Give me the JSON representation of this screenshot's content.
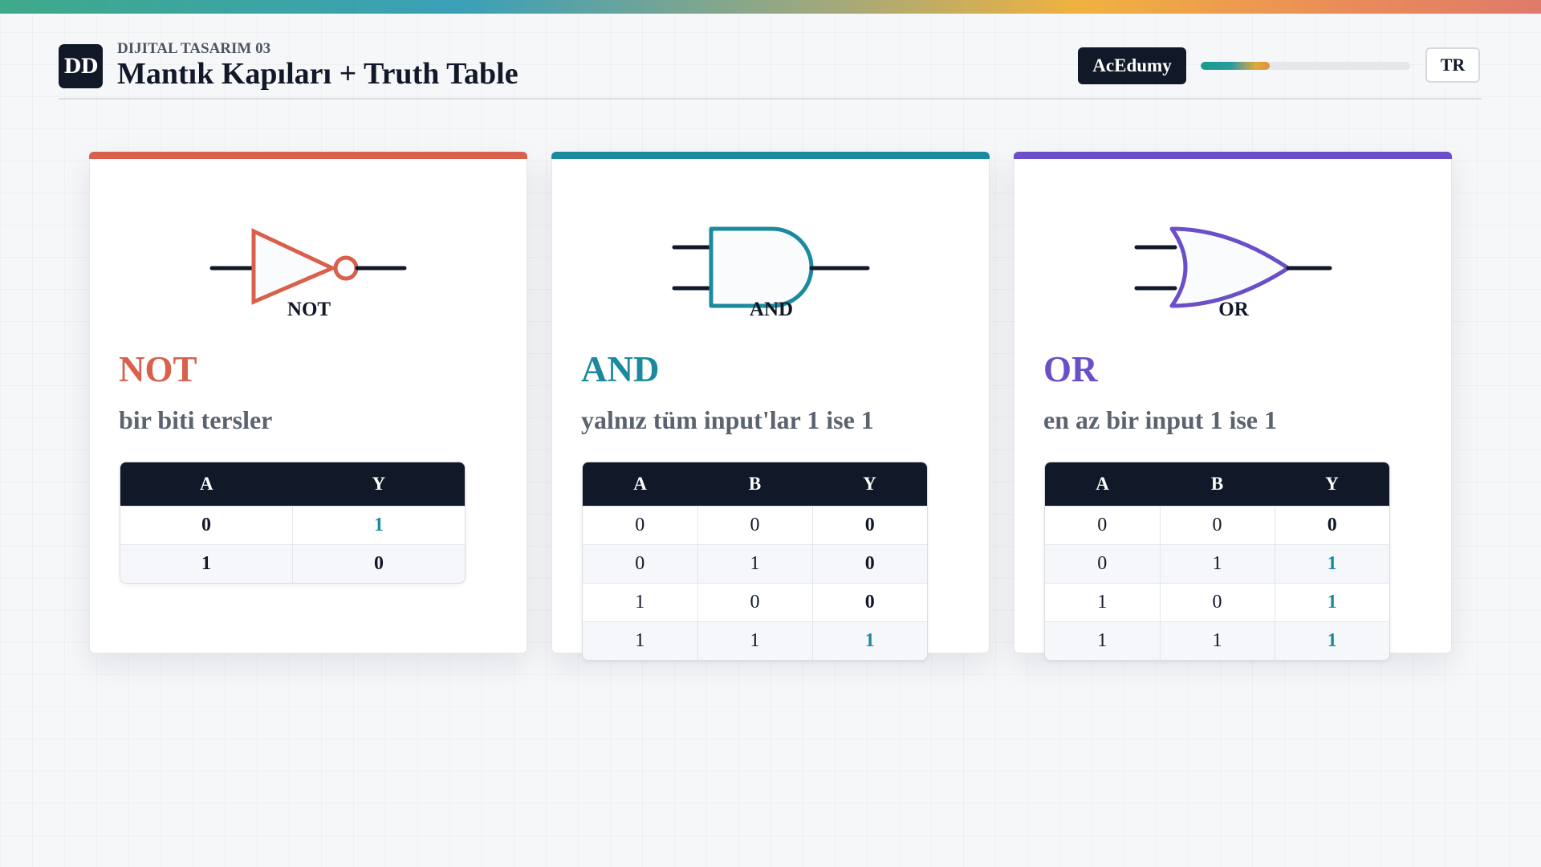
{
  "header": {
    "logo_text": "DD",
    "eyebrow": "DIJITAL TASARIM 03",
    "title": "Mantık Kapıları + Truth Table",
    "brand": "AcEdumy",
    "progress_fraction": 0.33,
    "language": "TR"
  },
  "colors": {
    "not": "#d9604c",
    "and": "#1b8a9e",
    "or": "#6a4fc8",
    "highlight_one": "#1b8a9e"
  },
  "gates": [
    {
      "key": "not",
      "symbol_label": "NOT",
      "name": "NOT",
      "description": "bir biti tersler",
      "headers": [
        "A",
        "Y"
      ],
      "rows": [
        [
          "0",
          "1"
        ],
        [
          "1",
          "0"
        ]
      ]
    },
    {
      "key": "and",
      "symbol_label": "AND",
      "name": "AND",
      "description": "yalnız tüm input'lar 1 ise 1",
      "headers": [
        "A",
        "B",
        "Y"
      ],
      "rows": [
        [
          "0",
          "0",
          "0"
        ],
        [
          "0",
          "1",
          "0"
        ],
        [
          "1",
          "0",
          "0"
        ],
        [
          "1",
          "1",
          "1"
        ]
      ]
    },
    {
      "key": "or",
      "symbol_label": "OR",
      "name": "OR",
      "description": "en az bir input 1 ise 1",
      "headers": [
        "A",
        "B",
        "Y"
      ],
      "rows": [
        [
          "0",
          "0",
          "0"
        ],
        [
          "0",
          "1",
          "1"
        ],
        [
          "1",
          "0",
          "1"
        ],
        [
          "1",
          "1",
          "1"
        ]
      ]
    }
  ]
}
